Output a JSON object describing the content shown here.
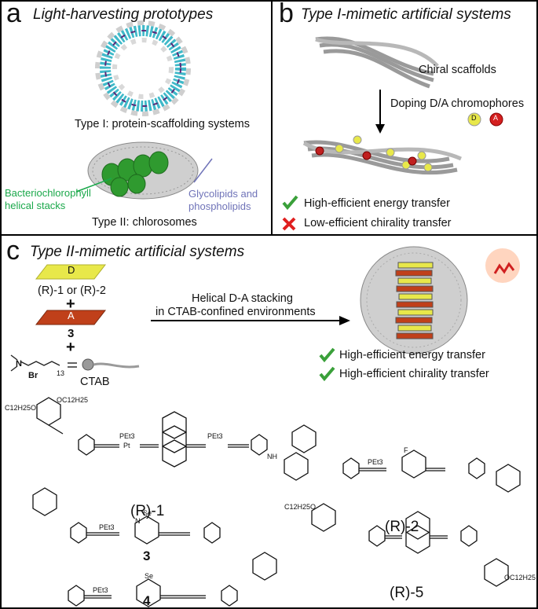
{
  "panel_a": {
    "letter": "a",
    "title": "Light-harvesting prototypes",
    "type1_caption": "Type I: protein-scaffolding systems",
    "bchl_label_line1": "Bacteriochlorophyll",
    "bchl_label_line2": "helical stacks",
    "lipid_label_line1": "Glycolipids and",
    "lipid_label_line2": "phospholipids",
    "type2_caption": "Type II: chlorosomes"
  },
  "panel_b": {
    "letter": "b",
    "title": "Type I-mimetic artificial systems",
    "scaffold_label": "Chiral scaffolds",
    "doping_label": "Doping D/A chromophores",
    "donor_glyph": "D",
    "acceptor_glyph": "A",
    "check_item": "High-efficient energy transfer",
    "cross_item": "Low-efficient chirality transfer"
  },
  "panel_c": {
    "letter": "c",
    "title": "Type II-mimetic artificial systems",
    "donor_tile": "D",
    "acceptor_tile": "A",
    "donor_compounds": "(R)-1 or (R)-2",
    "plus": "+",
    "acceptor_compound": "3",
    "ctab_label": "CTAB",
    "ctab_n": "N",
    "ctab_br": "Br",
    "ctab_sub": "13",
    "arrow_line1": "Helical D-A stacking",
    "arrow_line2": "in CTAB-confined environments",
    "check1": "High-efficient energy transfer",
    "check2": "High-efficient chirality transfer",
    "structures": {
      "r1": "(R)-1",
      "r2": "(R)-2",
      "c3": "3",
      "c4": "4",
      "r5": "(R)-5",
      "sub_c12": "C12H25O",
      "sub_oc12": "OC12H25",
      "pet3": "PEt3",
      "se": "Se",
      "n": "N",
      "f": "F",
      "nh": "NH",
      "pt": "Pt"
    }
  },
  "colors": {
    "donor": "#e8e84a",
    "acceptor": "#c0401a",
    "check": "#3aa03a",
    "cross": "#e02020",
    "green_label": "#1aa84a",
    "lipid_label": "#6f73b8"
  }
}
